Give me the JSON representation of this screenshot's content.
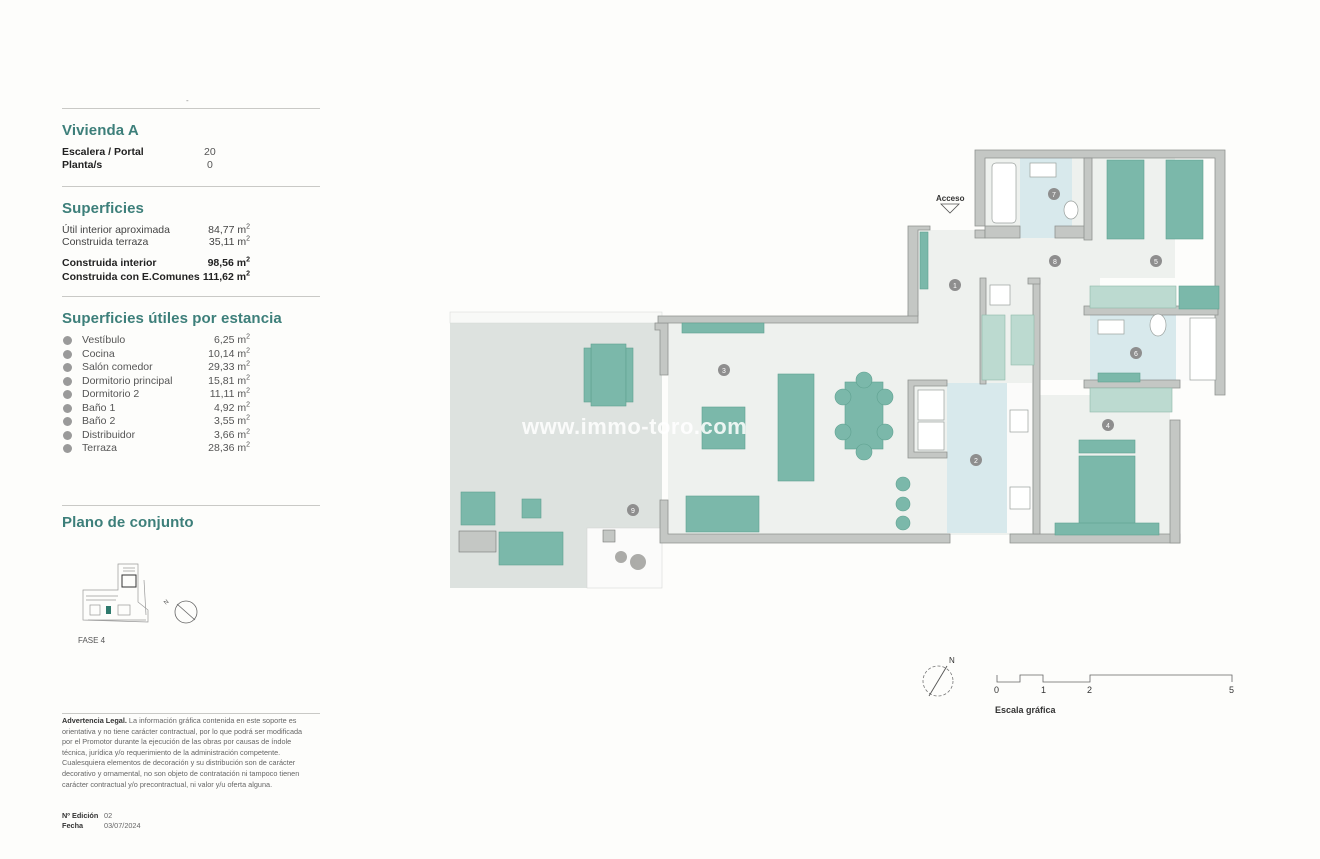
{
  "header": {
    "dash": "-"
  },
  "unit": {
    "title": "Vivienda A",
    "fields": [
      {
        "label": "Escalera / Portal",
        "value": "20"
      },
      {
        "label": "Planta/s",
        "value": "0"
      }
    ]
  },
  "superficies": {
    "title": "Superficies",
    "rows": [
      {
        "label": "Útil interior aproximada",
        "value": "84,77 m",
        "bold": false
      },
      {
        "label": "Construida terraza",
        "value": "35,11 m",
        "bold": false
      },
      {
        "label": "Construida interior",
        "value": "98,56 m",
        "bold": true
      },
      {
        "label": "Construida con E.Comunes",
        "value": "111,62 m",
        "bold": true
      }
    ],
    "unit_sup": "2"
  },
  "estancias": {
    "title": "Superficies útiles por estancia",
    "rooms": [
      {
        "num": "1",
        "label": "Vestíbulo",
        "value": "6,25 m"
      },
      {
        "num": "2",
        "label": "Cocina",
        "value": "10,14 m"
      },
      {
        "num": "3",
        "label": "Salón comedor",
        "value": "29,33 m"
      },
      {
        "num": "4",
        "label": "Dormitorio principal",
        "value": "15,81 m"
      },
      {
        "num": "5",
        "label": "Dormitorio 2",
        "value": "11,11 m"
      },
      {
        "num": "6",
        "label": "Baño 1",
        "value": "4,92 m"
      },
      {
        "num": "7",
        "label": "Baño 2",
        "value": "3,55 m"
      },
      {
        "num": "8",
        "label": "Distribuidor",
        "value": "3,66 m"
      },
      {
        "num": "9",
        "label": "Terraza",
        "value": "28,36 m"
      }
    ]
  },
  "conjunto": {
    "title": "Plano de conjunto",
    "phase": "FASE 4"
  },
  "legal": {
    "heading": "Advertencia Legal.",
    "text": "La información gráfica contenida en este soporte es orientativa y no tiene carácter contractual, por lo que podrá ser modificada por el Promotor durante la ejecución de las obras por causas de índole técnica, jurídica y/o requerimiento de la administración competente. Cualesquiera elementos de decoración y su distribución son de carácter decorativo y ornamental, no son objeto de contratación ni tampoco tienen carácter contractual y/o precontractual, ni valor y/u oferta alguna.",
    "edition_label": "Nº Edición",
    "edition_value": "02",
    "date_label": "Fecha",
    "date_value": "03/07/2024"
  },
  "plan": {
    "access_label": "Acceso",
    "watermark": "www.immo-toro.com",
    "north_label": "N",
    "scale": {
      "label": "Escala gráfica",
      "ticks": [
        "0",
        "1",
        "2",
        "5"
      ]
    },
    "colors": {
      "wall": "#c4c7c4",
      "wall_stroke": "#8f9290",
      "floor": "#eef1ee",
      "terrace": "#dde2df",
      "wet": "#d8e9ec",
      "furniture": "#7bb8aa",
      "furniture_light": "#bcdad0",
      "marker": "#8e8e8e",
      "accent": "#3d7f7a"
    }
  }
}
